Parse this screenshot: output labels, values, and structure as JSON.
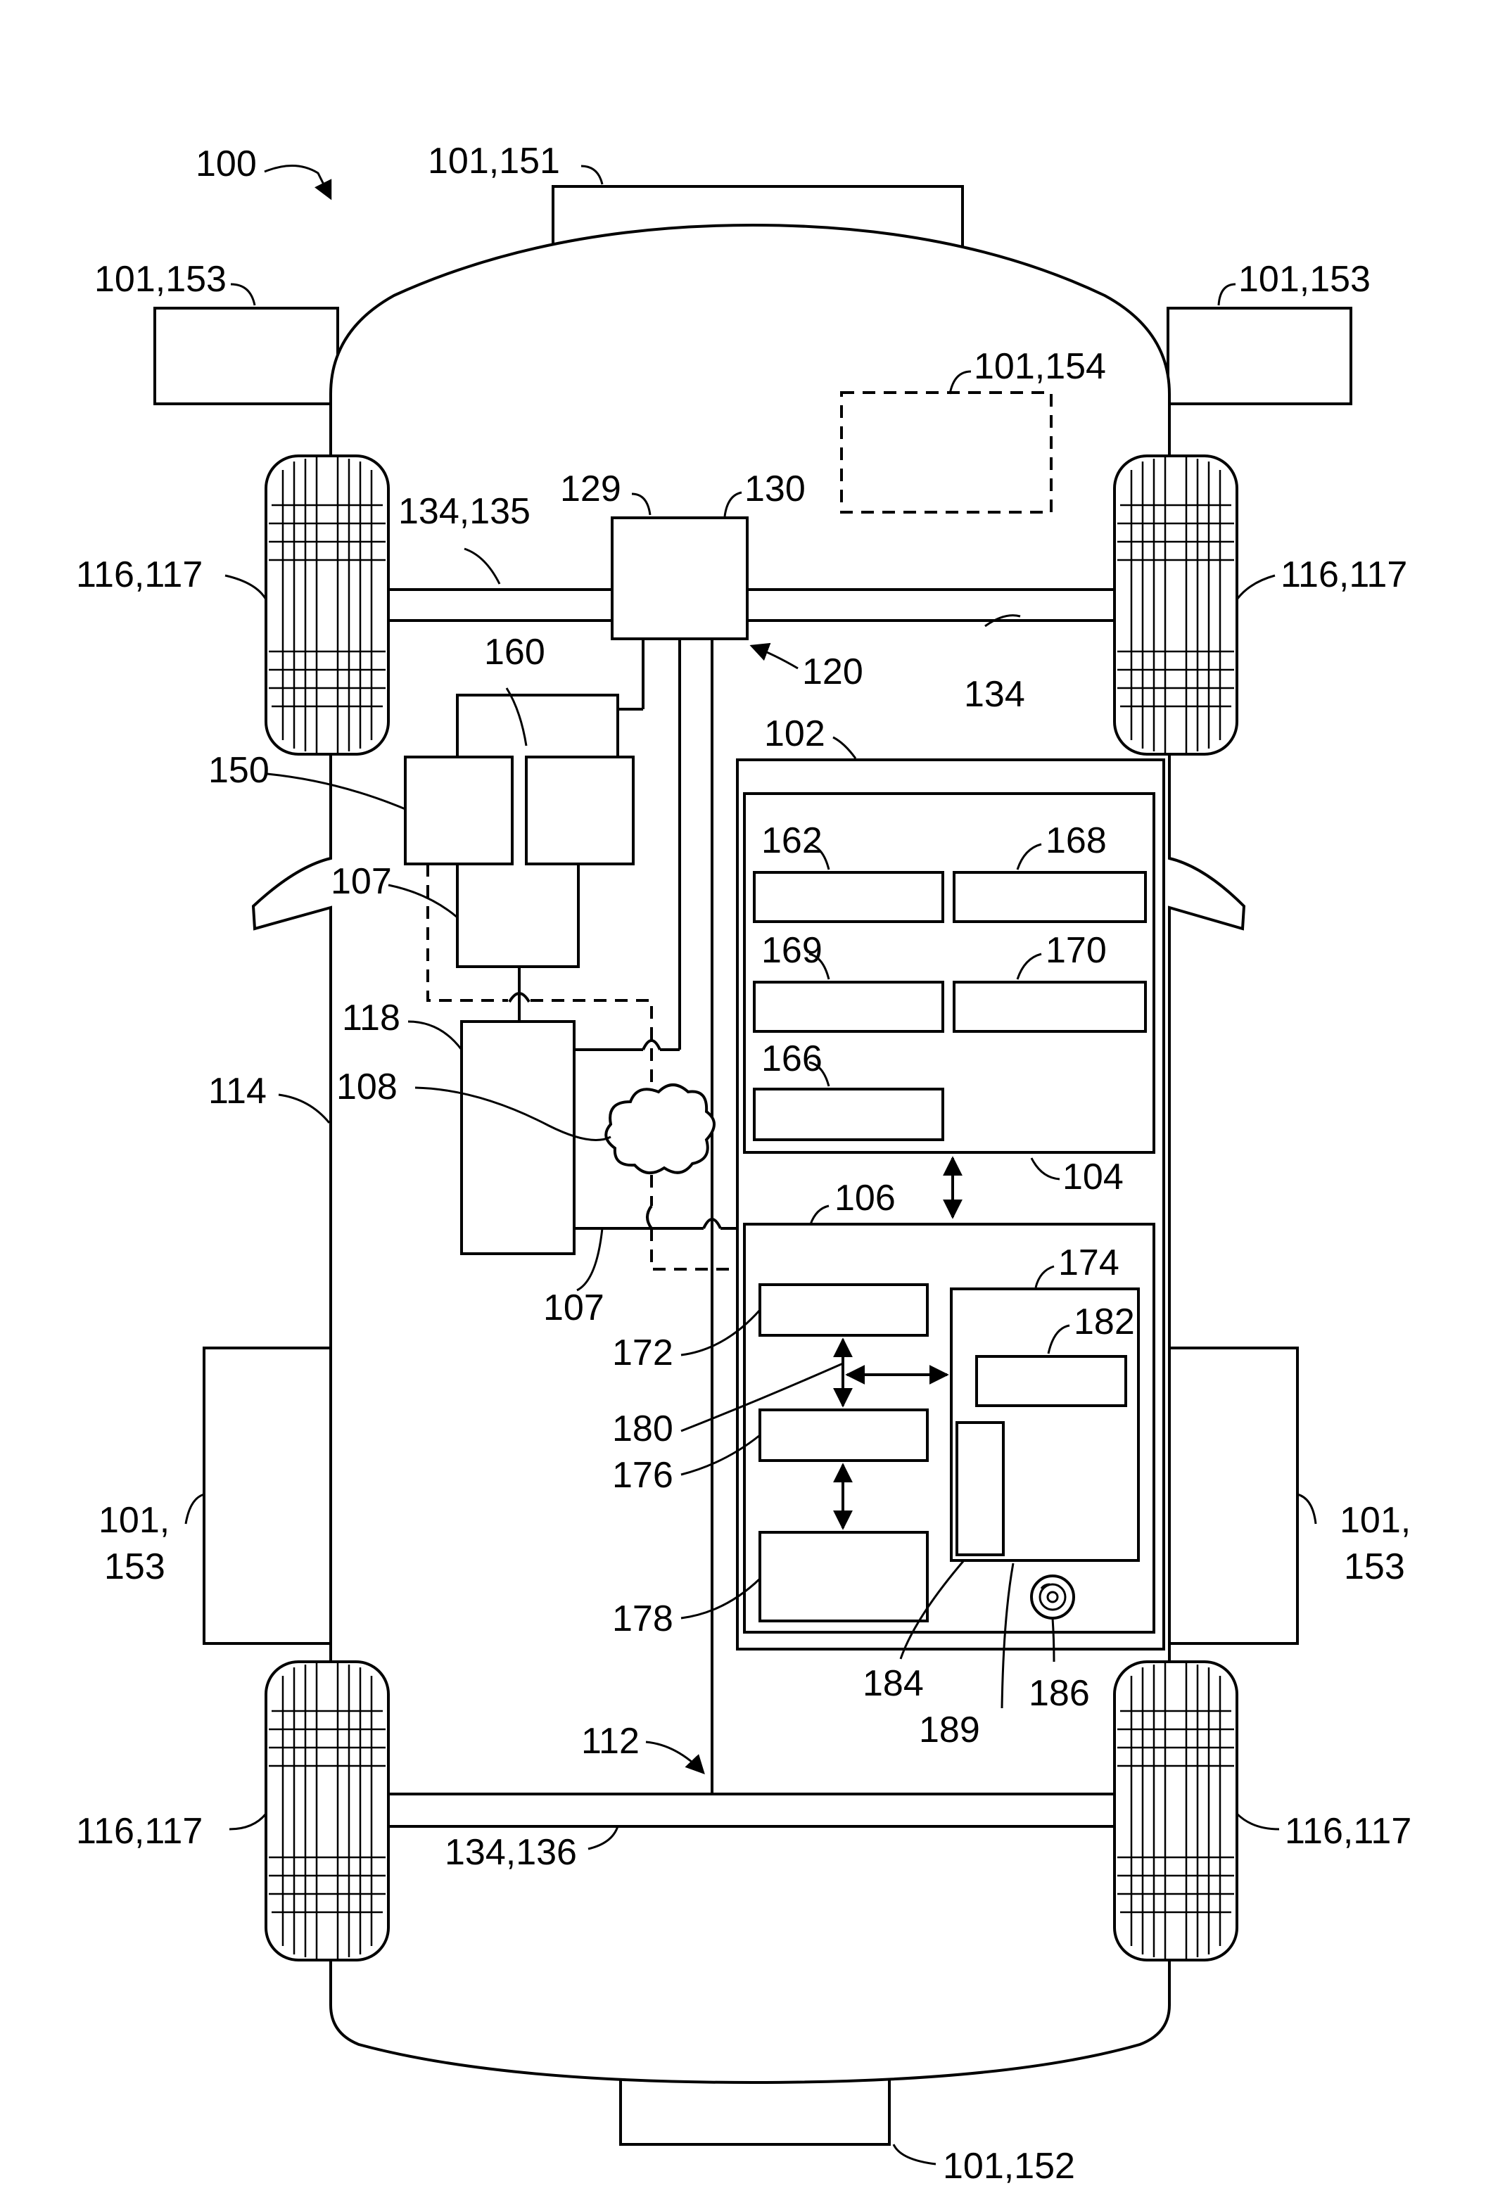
{
  "labels": {
    "l100": "100",
    "l101_151": "101,151",
    "l101_153_tl": "101,153",
    "l101_153_tr": "101,153",
    "l101_154": "101,154",
    "l129": "129",
    "l130": "130",
    "l134_135": "134,135",
    "l116_117_tl": "116,117",
    "l116_117_tr": "116,117",
    "l160": "160",
    "l120": "120",
    "l134": "134",
    "l102": "102",
    "l150": "150",
    "l162": "162",
    "l168": "168",
    "l107_top": "107",
    "l169": "169",
    "l170": "170",
    "l118": "118",
    "l108": "108",
    "l166": "166",
    "l114": "114",
    "l104": "104",
    "l106": "106",
    "l174": "174",
    "l107_bottom": "107",
    "l182": "182",
    "l172": "172",
    "l180": "180",
    "l176": "176",
    "l101_left": "101,",
    "l153_left": "153",
    "l101_right": "101,",
    "l153_right": "153",
    "l178": "178",
    "l184": "184",
    "l186": "186",
    "l189": "189",
    "l112": "112",
    "l116_117_bl": "116,117",
    "l134_136": "134,136",
    "l116_117_br": "116,117",
    "l101_152": "101,152"
  }
}
